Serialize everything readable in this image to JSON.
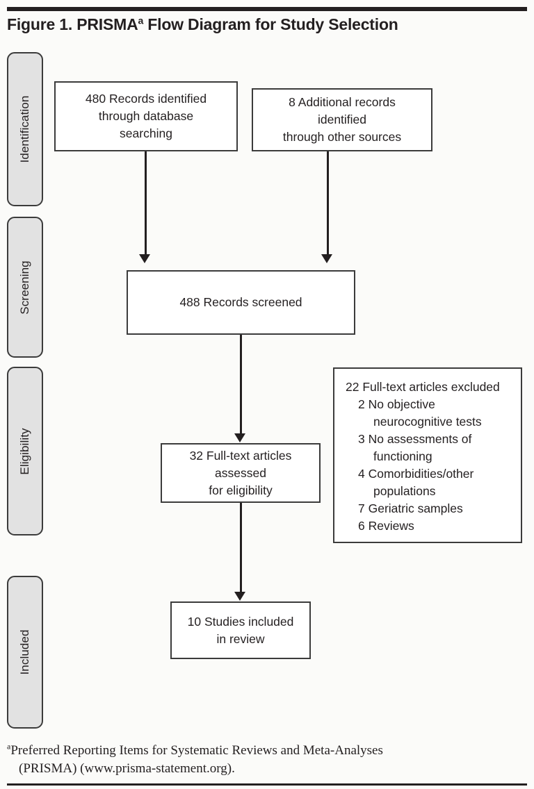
{
  "figure": {
    "title_prefix": "Figure 1. PRISMA",
    "title_marker": "a",
    "title_suffix": " Flow Diagram for Study Selection"
  },
  "stages": [
    {
      "label": "Identification"
    },
    {
      "label": "Screening"
    },
    {
      "label": "Eligibility"
    },
    {
      "label": "Included"
    }
  ],
  "boxes": {
    "records_database": {
      "line1": "480 Records identified",
      "line2": "through database",
      "line3": "searching"
    },
    "records_other": {
      "line1": "8 Additional records",
      "line2": "identified",
      "line3": "through other sources"
    },
    "records_screened": {
      "line1": "488 Records screened"
    },
    "fulltext_assessed": {
      "line1": "32 Full-text articles",
      "line2": "assessed",
      "line3": "for eligibility"
    },
    "studies_included": {
      "line1": "10 Studies included",
      "line2": "in review"
    }
  },
  "exclusion": {
    "heading": "22 Full-text articles excluded",
    "items": [
      "2 No objective neurocognitive tests",
      "3 No assessments of functioning",
      "4 Comorbidities/other populations",
      "7 Geriatric samples",
      "6 Reviews"
    ]
  },
  "footnote": {
    "marker": "a",
    "line1": "Preferred Reporting Items for Systematic Reviews and Meta-Analyses",
    "line2": "(PRISMA) (www.prisma-statement.org)."
  },
  "chart_data": {
    "type": "diagram",
    "title": "Figure 1. PRISMA Flow Diagram for Study Selection",
    "stages": [
      "Identification",
      "Screening",
      "Eligibility",
      "Included"
    ],
    "nodes": [
      {
        "id": "records_database",
        "stage": "Identification",
        "count": 480,
        "label": "Records identified through database searching"
      },
      {
        "id": "records_other",
        "stage": "Identification",
        "count": 8,
        "label": "Additional records identified through other sources"
      },
      {
        "id": "records_screened",
        "stage": "Screening",
        "count": 488,
        "label": "Records screened"
      },
      {
        "id": "fulltext_assessed",
        "stage": "Eligibility",
        "count": 32,
        "label": "Full-text articles assessed for eligibility"
      },
      {
        "id": "fulltext_excluded",
        "stage": "Eligibility",
        "count": 22,
        "label": "Full-text articles excluded"
      },
      {
        "id": "studies_included",
        "stage": "Included",
        "count": 10,
        "label": "Studies included in review"
      }
    ],
    "exclusion_reasons": [
      {
        "count": 2,
        "reason": "No objective neurocognitive tests"
      },
      {
        "count": 3,
        "reason": "No assessments of functioning"
      },
      {
        "count": 4,
        "reason": "Comorbidities/other populations"
      },
      {
        "count": 7,
        "reason": "Geriatric samples"
      },
      {
        "count": 6,
        "reason": "Reviews"
      }
    ],
    "edges": [
      {
        "from": "records_database",
        "to": "records_screened"
      },
      {
        "from": "records_other",
        "to": "records_screened"
      },
      {
        "from": "records_screened",
        "to": "fulltext_assessed"
      },
      {
        "from": "fulltext_assessed",
        "to": "studies_included"
      }
    ]
  }
}
